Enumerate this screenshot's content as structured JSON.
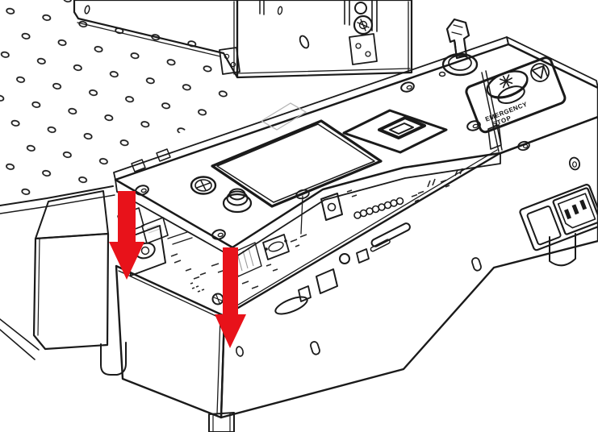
{
  "diagram": {
    "kind": "technical-assembly-illustration",
    "labels": {
      "estop_line1": "EMERGENCY",
      "estop_line2": "STOP"
    },
    "colors": {
      "line": "#1a1a1a",
      "panel_light": "#ededed",
      "panel_lighter": "#f4f4f4",
      "enclosure_gray": "#e7e7e7",
      "white": "#ffffff",
      "arrow_red": "#e8121a",
      "component_dark": "#161616"
    },
    "annotations": {
      "down_arrow_count": 2
    },
    "components": [
      "optical-breadboard-table",
      "table-corner-skirt",
      "table-foot",
      "machine-column",
      "belt-pulley",
      "column-bracket",
      "console-lid",
      "touchscreen",
      "nested-square-logo",
      "label-sticker",
      "buzzer-connector",
      "dome-button",
      "lid-screw-holes",
      "key-switch",
      "key",
      "emergency-stop-button",
      "emergency-stop-label-plate",
      "controller-enclosure",
      "enclosure-front-panel",
      "panel-cutouts",
      "pcb-assembly",
      "ethernet-ports",
      "lock-bracket",
      "dsub-connector",
      "pin-header",
      "mounting-tab",
      "pcb-standoff",
      "power-rocker-switch",
      "iec-power-inlet",
      "enclosure-feet",
      "down-arrow-left",
      "down-arrow-right"
    ]
  }
}
